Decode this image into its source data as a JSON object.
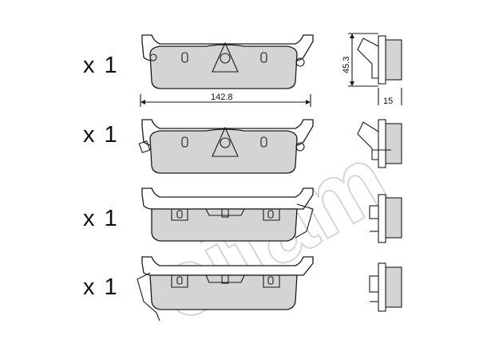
{
  "quantities": [
    "x 1",
    "x 1",
    "x 1",
    "x 1"
  ],
  "dimensions": {
    "width": "142.8",
    "height": "45.3",
    "thickness": "15"
  },
  "watermark": "cifam"
}
